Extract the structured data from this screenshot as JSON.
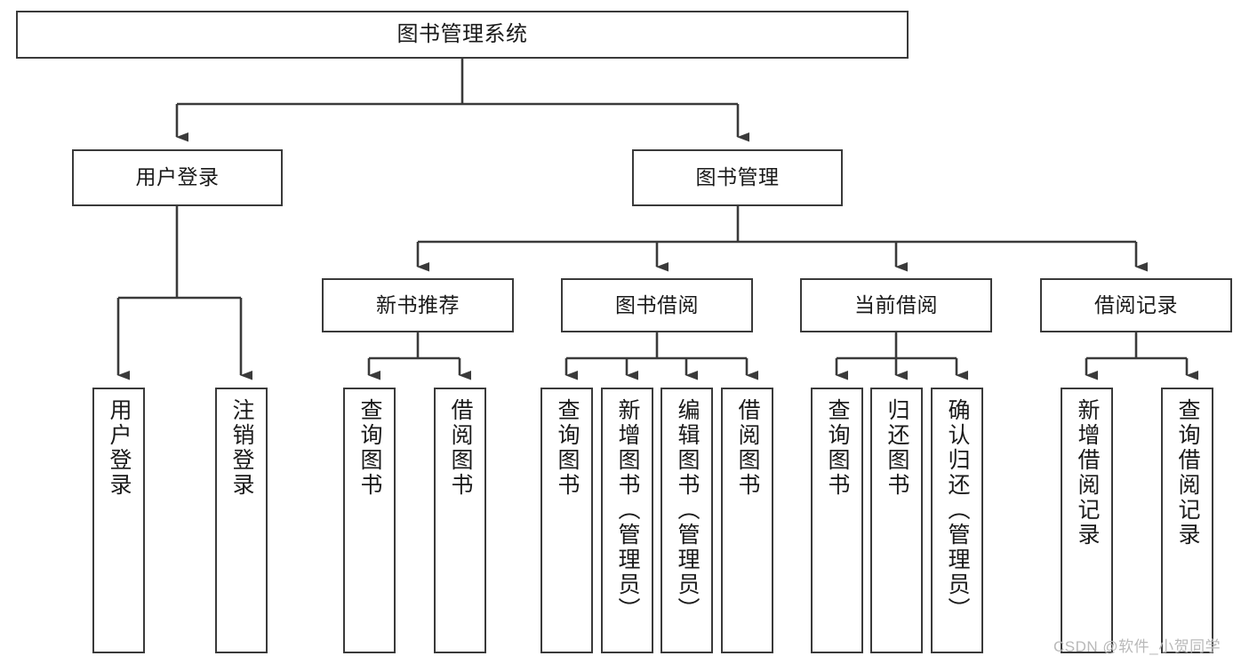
{
  "diagram": {
    "type": "tree",
    "title": "图书管理系统",
    "orientation": "top-down",
    "line_color": "#3a3a3a",
    "box_fill": "#ffffff",
    "text_color": "#1a1a1a"
  },
  "watermark": {
    "text": "CSDN @软件_小贺同学",
    "color": "#b9b9b9"
  },
  "nodes": {
    "root": {
      "label": "图书管理系统"
    },
    "level1": [
      {
        "id": "user-login",
        "label": "用户登录"
      },
      {
        "id": "book-manage",
        "label": "图书管理"
      }
    ],
    "level2": [
      {
        "id": "new-book-recommend",
        "label": "新书推荐"
      },
      {
        "id": "book-borrow",
        "label": "图书借阅"
      },
      {
        "id": "current-borrow",
        "label": "当前借阅"
      },
      {
        "id": "borrow-record",
        "label": "借阅记录"
      }
    ],
    "leaves": {
      "user_login": [
        {
          "id": "leaf-user-login",
          "label": "用户登录"
        },
        {
          "id": "leaf-logout-login",
          "label": "注销登录"
        }
      ],
      "new_book_recommend": [
        {
          "id": "leaf-query-book-1",
          "label": "查询图书"
        },
        {
          "id": "leaf-borrow-book-1",
          "label": "借阅图书"
        }
      ],
      "book_borrow": [
        {
          "id": "leaf-query-book-2",
          "label": "查询图书"
        },
        {
          "id": "leaf-add-book",
          "label": "新增图书（管理员）"
        },
        {
          "id": "leaf-edit-book",
          "label": "编辑图书（管理员）"
        },
        {
          "id": "leaf-borrow-book-2",
          "label": "借阅图书"
        }
      ],
      "current_borrow": [
        {
          "id": "leaf-query-book-3",
          "label": "查询图书"
        },
        {
          "id": "leaf-return-book",
          "label": "归还图书"
        },
        {
          "id": "leaf-confirm-return",
          "label": "确认归还（管理员）"
        }
      ],
      "borrow_record": [
        {
          "id": "leaf-add-record",
          "label": "新增借阅记录"
        },
        {
          "id": "leaf-query-record",
          "label": "查询借阅记录"
        }
      ]
    }
  }
}
